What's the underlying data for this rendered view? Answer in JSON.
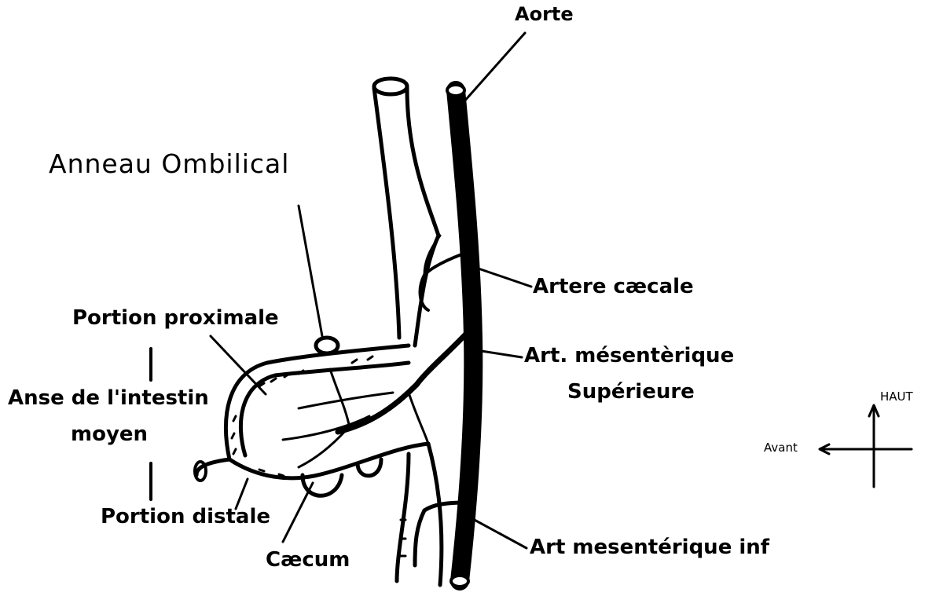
{
  "labels": {
    "aorte": "Aorte",
    "anneau_ombilical": "Anneau Ombilical",
    "portion_proximale": "Portion proximale",
    "anse_line1": "Anse de l'intestin",
    "anse_line2": "moyen",
    "portion_distale": "Portion distale",
    "caecum": "Cæcum",
    "artere_caecale": "Artere cæcale",
    "art_mesenterique_sup_line1": "Art. mésentèrique",
    "art_mesenterique_sup_line2": "Supérieure",
    "art_mesenterique_inf": "Art mesentérique inf",
    "haut": "HAUT",
    "avant": "Avant"
  },
  "colors": {
    "ink": "#000000",
    "paper": "#ffffff"
  }
}
